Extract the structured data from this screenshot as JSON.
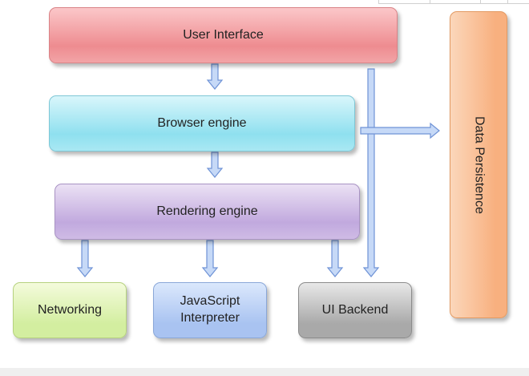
{
  "diagram": {
    "nodes": {
      "user_interface": "User  Interface",
      "browser_engine": "Browser engine",
      "rendering_engine": "Rendering engine",
      "networking": "Networking",
      "javascript_interpreter": "JavaScript\nInterpreter",
      "ui_backend": "UI Backend",
      "data_persistence": "Data Persistence"
    },
    "edges": [
      {
        "from": "user_interface",
        "to": "browser_engine"
      },
      {
        "from": "browser_engine",
        "to": "rendering_engine"
      },
      {
        "from": "rendering_engine",
        "to": "networking"
      },
      {
        "from": "rendering_engine",
        "to": "javascript_interpreter"
      },
      {
        "from": "rendering_engine",
        "to": "ui_backend"
      },
      {
        "from": "user_interface",
        "to": "ui_backend"
      },
      {
        "from": "browser_engine",
        "to": "data_persistence"
      }
    ],
    "colors": {
      "user_interface": "#ee8c90",
      "browser_engine": "#8fe0ef",
      "rendering_engine": "#c1a9de",
      "networking": "#d3eea0",
      "javascript_interpreter": "#a9c3f1",
      "ui_backend": "#a9a9a9",
      "data_persistence": "#f8b07f",
      "arrow_fill": "#c6d9f7",
      "arrow_stroke": "#6f93d6"
    }
  }
}
